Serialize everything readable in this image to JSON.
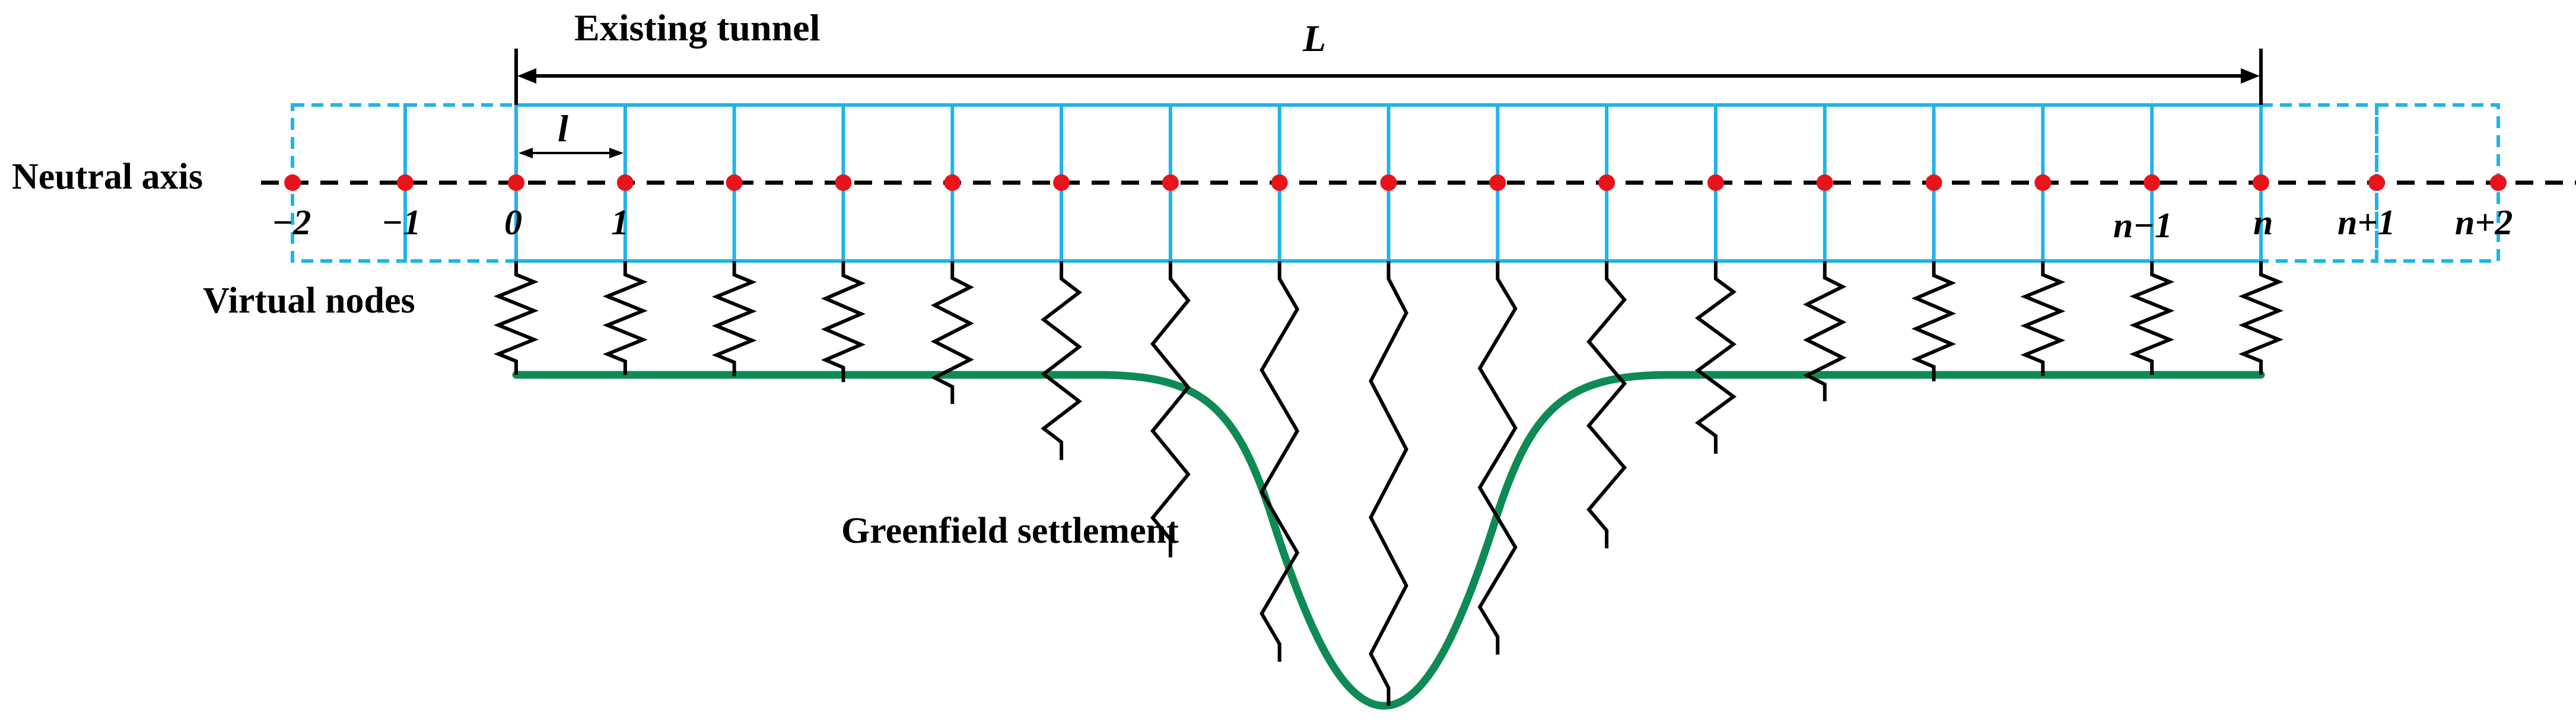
{
  "labels": {
    "existing_tunnel": "Existing tunnel",
    "length_symbol": "L",
    "segment_symbol": "l",
    "neutral_axis": "Neutral axis",
    "virtual_nodes": "Virtual nodes",
    "greenfield": "Greenfield settlement"
  },
  "node_labels": {
    "m2": "−2",
    "m1": "−1",
    "n0": "0",
    "n1": "1",
    "nm1": "n−1",
    "n": "n",
    "np1": "n+1",
    "np2": "n+2"
  },
  "colors": {
    "tunnel": "#1EB4EA",
    "node": "#E8141B",
    "settlement": "#0E8A55",
    "spring": "#000000"
  }
}
